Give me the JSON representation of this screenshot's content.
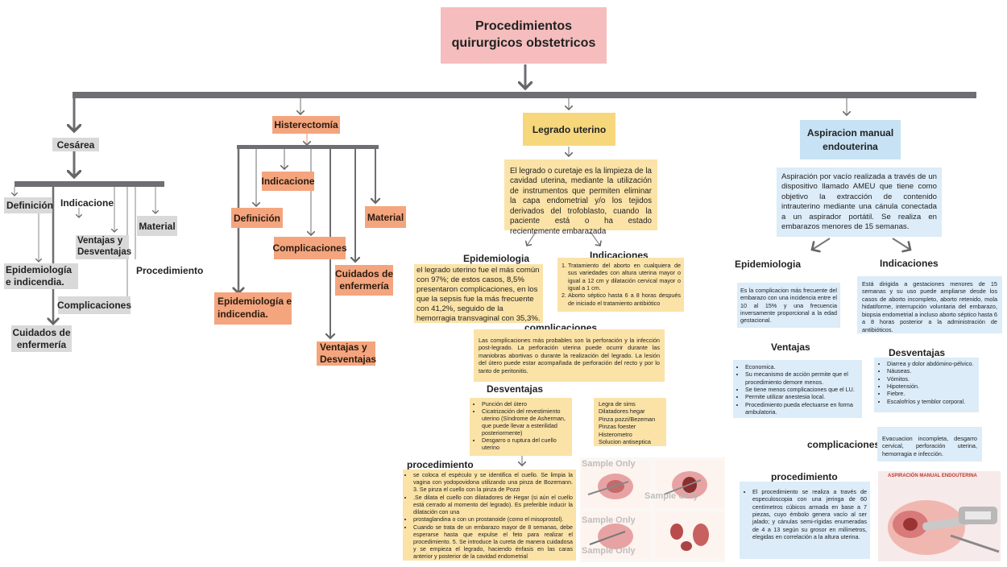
{
  "title": "Procedimientos quirurgicos obstetricos",
  "cesarea": {
    "label": "Cesárea",
    "items": [
      "Definición",
      "Indicacione",
      "Ventajas y Desventajas",
      "Material",
      "Procedimiento",
      "Epidemiología e indicendia.",
      "Complicaciones",
      "Cuidados de enfermería"
    ]
  },
  "histerectomia": {
    "label": "Histerectomía",
    "items": [
      "Indicacione",
      "Definición",
      "Complicaciones",
      "Material",
      "Cuidados de enfermería",
      "Epidemiología e indicendia.",
      "Ventajas y Desventajas"
    ]
  },
  "legrado": {
    "label": "Legrado uterino",
    "definition": "El legrado o curetaje es la limpieza de la cavidad uterina, mediante la utilización de instrumentos que permiten eliminar la capa endometrial y/o los tejidos derivados del trofoblasto, cuando la paciente está o ha estado recientemente embarazada",
    "epidemiologia_title": "Epidemiologia",
    "epidemiologia_text": "el legrado uterino fue el más común con 97%; de estos casos, 8,5% presentaron complicaciones, en los que la sepsis fue la más frecuente con 41,2%, seguido de la hemorragia transvaginal con 35,3%.",
    "indicaciones_title": "Indicaciones",
    "indicaciones": [
      "Tratamiento del aborto en cualquiera de sus variedades con altura uterina mayor o igual a 12 cm y dilatación cervical mayor o igual a 1 cm.",
      "Aborto séptico hasta 6 a 8 horas después de iniciado el tratamiento antibiótico"
    ],
    "complicaciones_title": "complicaciones",
    "complicaciones_text": "Las complicaciones más probables son la perforación y la infección post-legrado. La perforación uterina puede ocurrir durante las maniobras abortivas o durante la realización del legrado. La lesión del útero puede estar acompañada de perforación del recto y por lo tanto de peritonitis.",
    "desventajas_title": "Desventajas",
    "desventajas": [
      "Punción del útero",
      "Cicatrización del revestimiento uterino (Síndrome de Asherman, que puede llevar a esterilidad posteriormente)",
      "Desgarro o ruptura del cuello uterino"
    ],
    "materiales": [
      "Legra de sims",
      "Dilatadores hegar",
      "Pinza pozzi/Bezeman",
      "Pinzas foester",
      "Histerometro",
      "Solucion antiseptica"
    ],
    "procedimiento_title": "procedimiento",
    "procedimiento": [
      "se coloca el espéculo y se identifica el cuello. Se limpia la vagina con yodopovidona utilizando una pinza de Bozemann. 3. Se pinza el cuello con la pinza de Pozzi",
      ".Se dilata el cuello con dilatadores de Hegar (si aún el cuello está cerrado al momento del legrado). Es preferible inducir la dilatación con una",
      "prostaglandina o con un prostanoide (como el misoprostol).",
      "Cuando se trata de un embarazo mayor de 8 semanas, debe esperarse hasta que expulse el feto para realizar el procedimiento. 5. Se introduce la cureta de manera cuidadosa y se empieza el legrado, haciendo énfasis en las caras anterior y posterior de la cavidad endometrial"
    ],
    "watermark": "Sample Only"
  },
  "ameu": {
    "label": "Aspiracion manual endouterina",
    "definition": "Aspiración por vacío realizada a través de un dispositivo llamado AMEU que tiene como objetivo la extracción de contenido intrauterino mediante una cánula conectada a un aspirador portátil. Se realiza en embarazos menores de 15 semanas.",
    "epidemiologia_title": "Epidemiologia",
    "epidemiologia_text": "Es la complicacion más frecuente del embarazo con una incidencia entre el 10 al 15% y una frecuencia inversamente proporcional a la edad gestacional.",
    "indicaciones_title": "Indicaciones",
    "indicaciones_text": "Está dirigida a gestaciones menores de 15 semanas y su uso puede ampliarse desde los casos de aborto incompleto, aborto retenido, mola hidatiforme, interrupción voluntaria del embarazo, biopsia endometrial a incluso aborto séptico hasta 6 a 8 horas posterior a la administración de antibióticos.",
    "ventajas_title": "Ventajas",
    "ventajas": [
      "Economica.",
      "Su mecanismo de acción permite que el procedimiento demore menos.",
      "Se tiene menos complicaciones que el LU.",
      "Permite utilizar anestesia local.",
      "Procedimiento pueda efectuarse en forma ambulatoria."
    ],
    "desventajas_title": "Desventajas",
    "desventajas": [
      "Diarrea y dolor abdómino-pélvico.",
      "Náuseas.",
      "Vómitos.",
      "Hipotensión.",
      "Fiebre.",
      "Escalofríos y temblor corporal."
    ],
    "complicaciones_title": "complicaciones",
    "complicaciones_text": "Evacuacion incompleta, desgarro cervical, perforación uterina, hemorragia e infección.",
    "procedimiento_title": "procedimiento",
    "procedimiento": [
      "El procedimiento se realiza a través de especuloscopia con una jeringa de 60 centímetros cúbicos armada en base a 7 piezas, cuyo émbolo genera vacío al ser jalado; y cánulas semi-rígidas enumeradas de 4 a 13 según su grosor en milímetros, elegidas en correlación a la altura uterina."
    ],
    "image_caption": "ASPIRACIÓN MANUAL ENDOUTERINA"
  },
  "colors": {
    "pink": "#f5bdbd",
    "gold": "#f7d77c",
    "pale_yellow": "#fbe3a8",
    "light_blue": "#dcecf8",
    "salmon": "#f4a57e",
    "gray": "#d9d9d9",
    "bar": "#6e6e73"
  }
}
